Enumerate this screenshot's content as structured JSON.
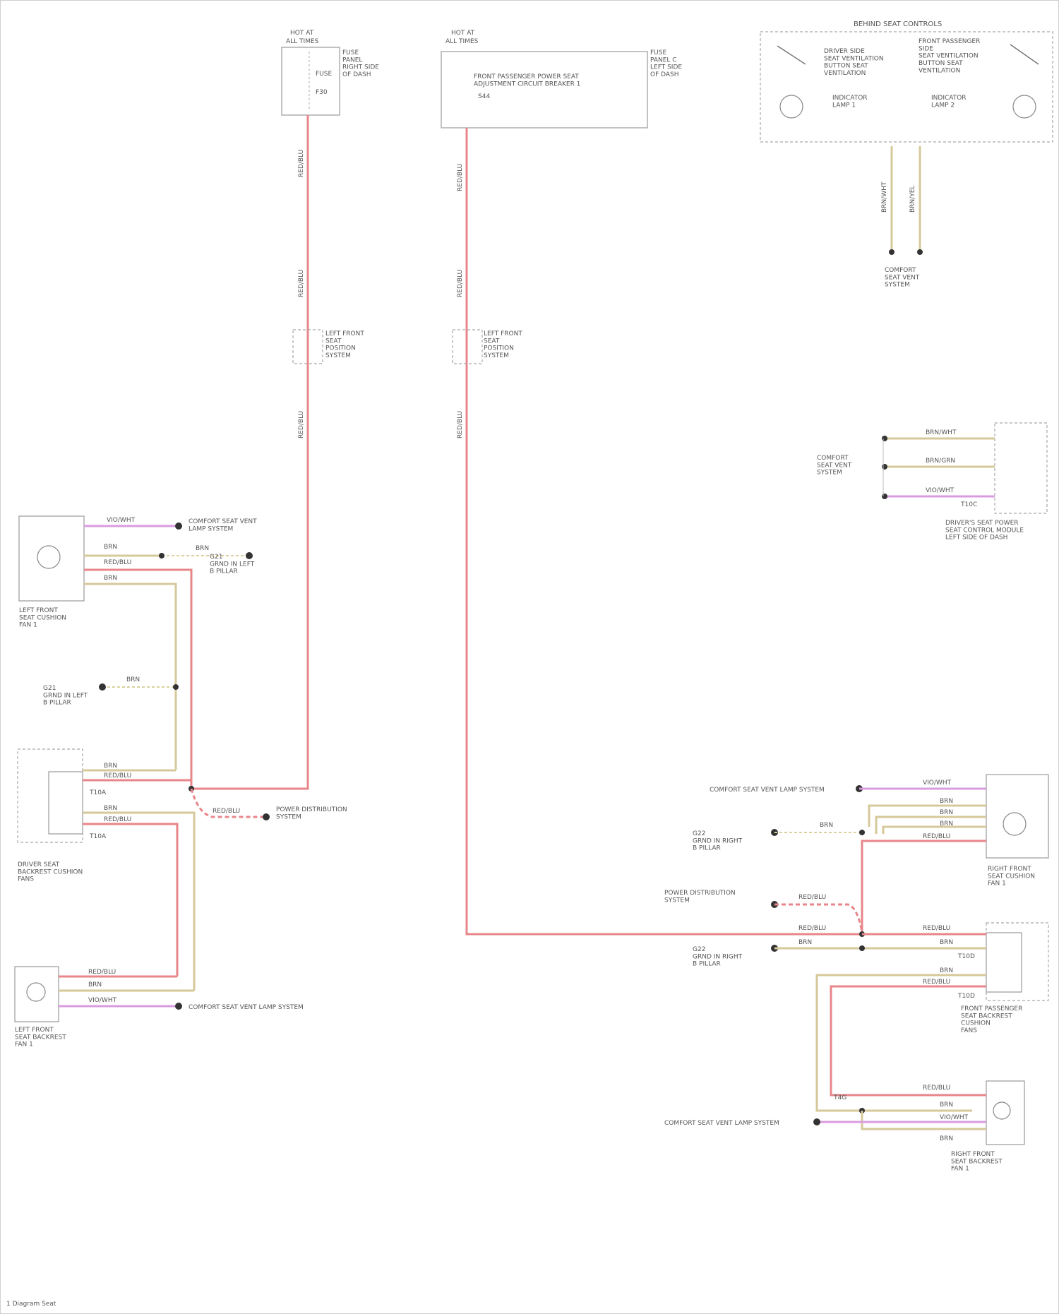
{
  "fuses": {
    "f1": {
      "head1": "HOT AT",
      "head2": "ALL TIMES",
      "pin_a": "FUSE",
      "pin_b": "F30",
      "note": "FUSE\nPANEL\nRIGHT SIDE\nOF DASH"
    },
    "f2": {
      "head1": "HOT AT",
      "head2": "ALL TIMES",
      "label": "FRONT PASSENGER POWER SEAT\nADJUSTMENT CIRCUIT BREAKER 1",
      "pin": "S44",
      "note": "FUSE\nPANEL C\nLEFT SIDE\nOF DASH"
    }
  },
  "switch_panel": {
    "title": "BEHIND SEAT CONTROLS",
    "left_title": "DRIVER SIDE\nSEAT VENTILATION\nBUTTON SEAT\nVENTILATION",
    "left_sub": "INDICATOR\nLAMP 1",
    "right_title": "FRONT PASSENGER\nSIDE\nSEAT VENTILATION\nBUTTON SEAT\nVENTILATION",
    "right_sub": "INDICATOR\nLAMP 2"
  },
  "wire_labels": {
    "red_left_1": "RED/BLU",
    "red_left_2": "RED/BLU",
    "red_left_3": "RED/BLU",
    "red_mid_1": "RED/BLU",
    "red_mid_2": "RED/BLU",
    "red_mid_3": "RED/BLU",
    "tan_a": "BRN/WHT",
    "tan_b": "BRN/YEL"
  },
  "connectors": {
    "c1": {
      "label": "LEFT FRONT\nSEAT\nPOSITION\nSYSTEM"
    },
    "c2": {
      "label": "LEFT FRONT\nSEAT\nPOSITION\nSYSTEM"
    },
    "comfort_top": {
      "label": "COMFORT\nSEAT VENT\nSYSTEM"
    }
  },
  "right_module": {
    "lead_label": "COMFORT\nSEAT VENT\nSYSTEM",
    "wire1": "BRN/WHT",
    "wire2": "BRN/GRN",
    "wire3": "VIO/WHT",
    "pin": "T10C",
    "label": "DRIVER'S SEAT POWER\nSEAT CONTROL MODULE\nLEFT SIDE OF DASH"
  },
  "left_motor1": {
    "label": "LEFT FRONT\nSEAT CUSHION\nFAN 1",
    "w1": "VIO/WHT",
    "w2": "BRN",
    "w3": "RED/BLU",
    "w4": "BRN",
    "ref1": "COMFORT SEAT VENT\nLAMP SYSTEM",
    "gnd": "BRN",
    "gnd_ref": "G21\nGRND IN LEFT\nB PILLAR"
  },
  "left_ground": {
    "wire": "BRN",
    "ref": "G21\nGRND IN LEFT\nB PILLAR"
  },
  "left_control": {
    "label": "DRIVER SEAT\nBACKREST CUSHION\nFANS",
    "w1": "BRN",
    "w2": "RED/BLU",
    "w3": "T10A",
    "w4": "BRN",
    "w5": "RED/BLU",
    "w6": "T10A",
    "ref_wire": "RED/BLU",
    "ref": "POWER DISTRIBUTION\nSYSTEM"
  },
  "left_motor2": {
    "label": "LEFT FRONT\nSEAT BACKREST\nFAN 1",
    "w1": "RED/BLU",
    "w2": "BRN",
    "w3": "VIO/WHT",
    "ref": "COMFORT SEAT VENT LAMP SYSTEM"
  },
  "right_motor1": {
    "label": "RIGHT FRONT\nSEAT CUSHION\nFAN 1",
    "ref1": "COMFORT SEAT VENT LAMP SYSTEM",
    "w1": "VIO/WHT",
    "w2": "BRN",
    "w3": "BRN",
    "w4": "BRN",
    "w5": "RED/BLU",
    "gnd_wire": "BRN",
    "gnd_ref": "G22\nGRND IN RIGHT\nB PILLAR"
  },
  "right_power_ref": {
    "ref": "POWER DISTRIBUTION\nSYSTEM",
    "wire": "RED/BLU"
  },
  "right_control": {
    "label": "FRONT PASSENGER\nSEAT BACKREST\nCUSHION\nFANS",
    "w1": "RED/BLU",
    "w2": "BRN",
    "w3": "T10D",
    "w4": "BRN",
    "w5": "RED/BLU",
    "w6": "T10D",
    "mid_wire": "RED/BLU",
    "gnd_wire": "BRN",
    "gnd_ref": "G22\nGRND IN RIGHT\nB PILLAR"
  },
  "right_motor2": {
    "label": "RIGHT FRONT\nSEAT BACKREST\nFAN 1",
    "ref": "COMFORT SEAT VENT LAMP SYSTEM",
    "w1": "RED/BLU",
    "w2": "BRN",
    "w3": "VIO/WHT",
    "w4": "BRN",
    "pin": "T4G"
  },
  "footer": {
    "code": "1 Diagram Seat"
  },
  "colors": {
    "red": "#e8868a",
    "tan": "#d6c89a",
    "pink": "#d99be0"
  }
}
